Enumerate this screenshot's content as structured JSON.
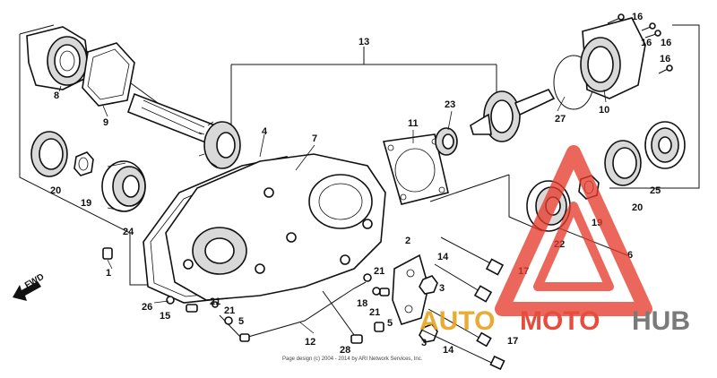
{
  "diagram": {
    "callouts": {
      "p1": "1",
      "p2": "2",
      "p3a": "3",
      "p3b": "3",
      "p4": "4",
      "p5a": "5",
      "p5b": "5",
      "p6": "6",
      "p7": "7",
      "p8": "8",
      "p9": "9",
      "p10": "10",
      "p11": "11",
      "p12": "12",
      "p13": "13",
      "p14a": "14",
      "p14b": "14",
      "p15": "15",
      "p16a": "16",
      "p16b": "16",
      "p16c": "16",
      "p16d": "16",
      "p17a": "17",
      "p17b": "17",
      "p18": "18",
      "p19a": "19",
      "p19b": "19",
      "p20a": "20",
      "p20b": "20",
      "p21a": "21",
      "p21b": "21",
      "p21c": "21",
      "p21d": "21",
      "p22": "22",
      "p23": "23",
      "p24": "24",
      "p25": "25",
      "p26": "26",
      "p27": "27",
      "p28": "28"
    },
    "fwd_label": "FWD",
    "copyright": "Page design (c) 2004 - 2014 by ARI Network Services, Inc."
  },
  "watermark": {
    "brand_part1": "AUTO",
    "brand_part2": "MOTO",
    "brand_part3": "HUB",
    "colors": {
      "auto": "#e8a31f",
      "moto": "#e53a2a",
      "hub": "#6c6c6c",
      "triangle": "#e53a2a"
    }
  }
}
